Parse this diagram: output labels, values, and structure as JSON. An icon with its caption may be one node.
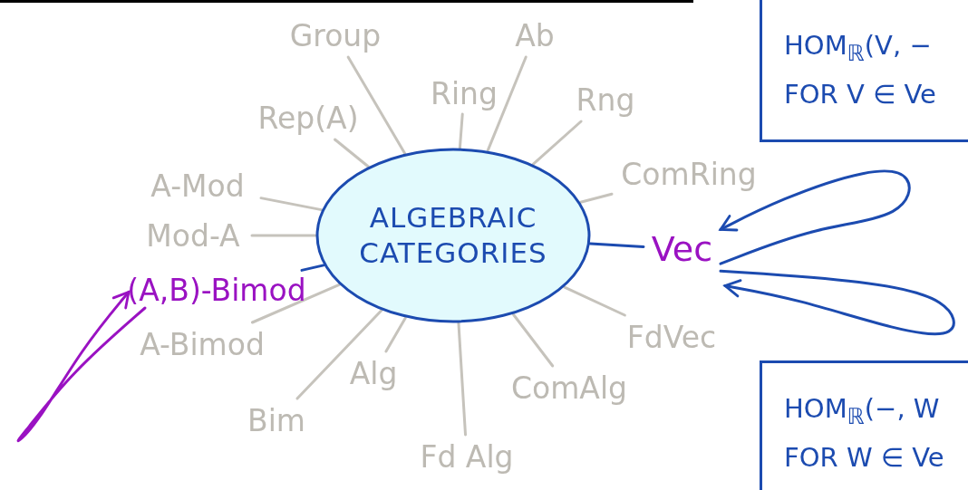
{
  "diagram": {
    "nodes": [
      {
        "text": [
          "ALGEBRAIC CATEGORIES"
        ]
      },
      {
        "text": [
          "Group"
        ]
      },
      {
        "text": [
          "Ab"
        ]
      },
      {
        "text": [
          "Ring"
        ]
      },
      {
        "text": [
          "Rep(A)"
        ]
      },
      {
        "text": [
          "Rng"
        ]
      },
      {
        "text": [
          "ComRing"
        ]
      },
      {
        "text": [
          "A-Mod"
        ]
      },
      {
        "text": [
          "Mod-A"
        ]
      },
      {
        "text": [
          "(A,B)-Bimod"
        ]
      },
      {
        "text": [
          "Vec"
        ]
      },
      {
        "text": [
          "A-Bimod"
        ]
      },
      {
        "text": [
          "FdVec"
        ]
      },
      {
        "text": [
          "Alg"
        ]
      },
      {
        "text": [
          "Bim"
        ]
      },
      {
        "text": [
          "ComAlg"
        ]
      },
      {
        "text": [
          "Fd Alg"
        ]
      },
      {
        "text": [
          "HOM$_{ℝ}$(V, −",
          "FOR V ∈ Ve"
        ]
      },
      {
        "text": [
          "HOM$_{ℝ}$(−, W",
          "FOR W ∈ Ve"
        ]
      }
    ],
    "edges": [
      {
        "from": 0,
        "to": 1,
        "arrow": "none"
      },
      {
        "from": 0,
        "to": 2,
        "arrow": "none"
      },
      {
        "from": 0,
        "to": 3,
        "arrow": "none"
      },
      {
        "from": 0,
        "to": 4,
        "arrow": "none"
      },
      {
        "from": 0,
        "to": 5,
        "arrow": "none"
      },
      {
        "from": 0,
        "to": 6,
        "arrow": "none"
      },
      {
        "from": 0,
        "to": 7,
        "arrow": "none"
      },
      {
        "from": 0,
        "to": 8,
        "arrow": "none"
      },
      {
        "from": 0,
        "to": 9,
        "arrow": "none",
        "color": "#1c4bb0"
      },
      {
        "from": 0,
        "to": 10,
        "arrow": "none",
        "color": "#1c4bb0"
      },
      {
        "from": 0,
        "to": 11,
        "arrow": "none"
      },
      {
        "from": 0,
        "to": 12,
        "arrow": "none"
      },
      {
        "from": 0,
        "to": 13,
        "arrow": "none"
      },
      {
        "from": 0,
        "to": 14,
        "arrow": "none"
      },
      {
        "from": 0,
        "to": 15,
        "arrow": "none"
      },
      {
        "from": 0,
        "to": 16,
        "arrow": "none"
      },
      {
        "from": 10,
        "to": 10,
        "arrow": "to",
        "color": "#1c4bb0"
      },
      {
        "from": 10,
        "to": 10,
        "arrow": "to",
        "color": "#1c4bb0"
      },
      {
        "from": 9,
        "to": 9,
        "arrow": "to",
        "color": "#9a12c2"
      }
    ]
  }
}
